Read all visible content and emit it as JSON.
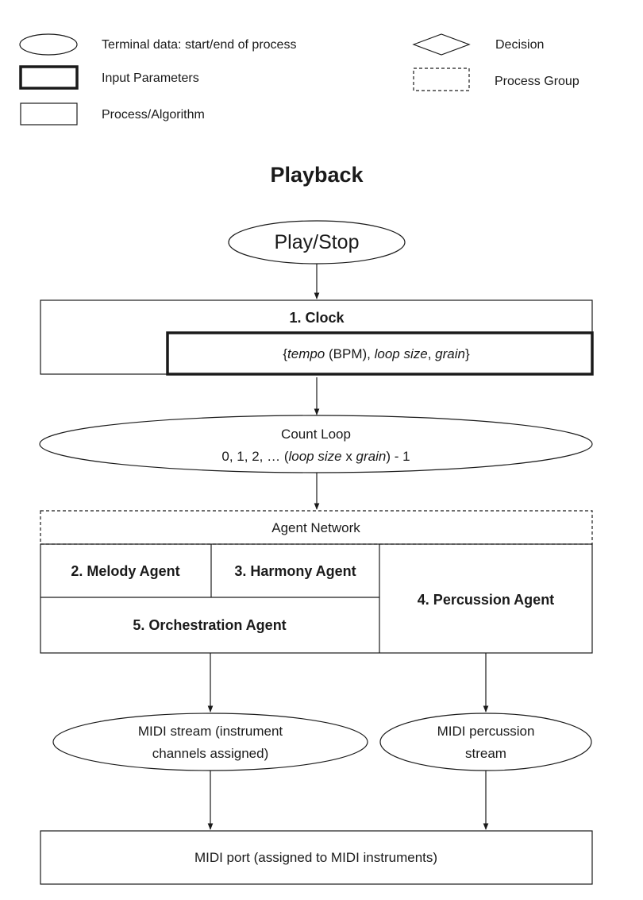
{
  "legend": {
    "terminal": "Terminal data: start/end of process",
    "input": "Input Parameters",
    "process": "Process/Algorithm",
    "decision": "Decision",
    "group": "Process Group"
  },
  "title": "Playback",
  "nodes": {
    "start": "Play/Stop",
    "clock": "1. Clock",
    "clock_params": {
      "open": "{",
      "tempo": "tempo",
      "bpm": " (BPM), ",
      "loop_size": "loop size",
      "sep": ", ",
      "grain": "grain",
      "close": "}"
    },
    "count_loop": {
      "title": "Count Loop",
      "prefix": "0, 1, 2, … (",
      "loop_size": "loop size",
      "x": " x ",
      "grain": "grain",
      "suffix": ") - 1"
    },
    "agent_network": "Agent Network",
    "melody": "2. Melody Agent",
    "harmony": "3. Harmony Agent",
    "percussion": "4. Percussion Agent",
    "orchestration": "5. Orchestration Agent",
    "midi_stream": [
      "MIDI stream (instrument",
      "channels assigned)"
    ],
    "midi_percussion": [
      "MIDI percussion",
      "stream"
    ],
    "midi_port": "MIDI port (assigned to MIDI instruments)"
  }
}
